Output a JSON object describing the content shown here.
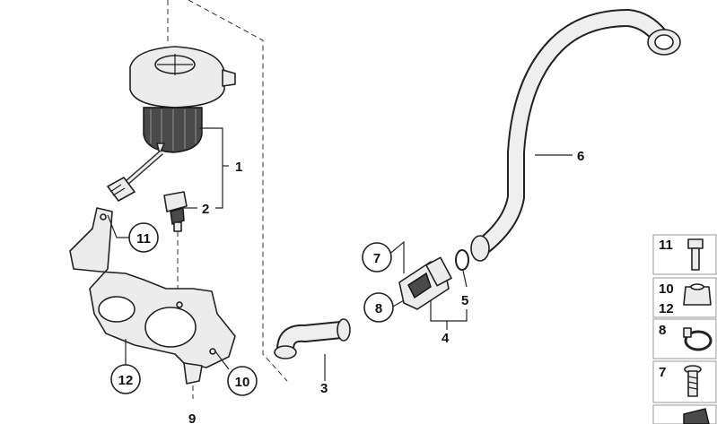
{
  "callouts": {
    "c1": "1",
    "c2": "2",
    "c3": "3",
    "c4": "4",
    "c5": "5",
    "c6": "6",
    "c7": "7",
    "c8": "8",
    "c9": "9",
    "c10": "10",
    "c11": "11",
    "c12": "12"
  },
  "legend": {
    "r1": "11",
    "r2": "10",
    "r2b": "12",
    "r3": "8",
    "r4": "7"
  }
}
